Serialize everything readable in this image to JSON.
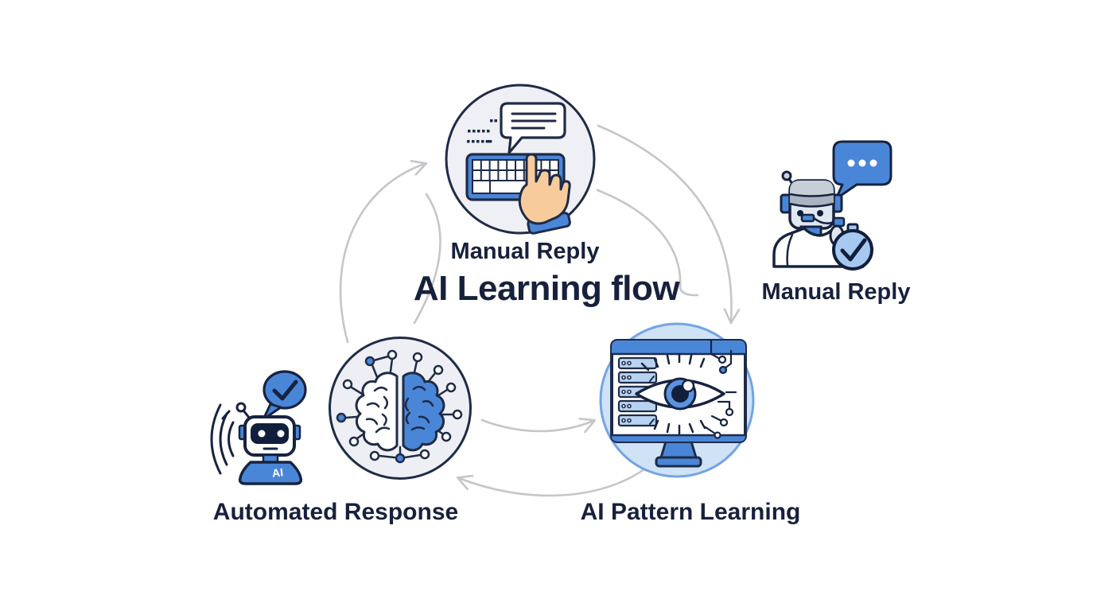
{
  "title": "AI Learning flow",
  "nodes": {
    "manual_reply": {
      "label": "Manual Reply"
    },
    "ai_pattern_learning": {
      "label": "AI Pattern Learning"
    },
    "automated_response": {
      "label": "Automated Response"
    }
  },
  "agent_illustration": {
    "label": "Manual Reply"
  },
  "robot_illustration": {
    "chest_text": "AI"
  },
  "flow_arrows": [
    {
      "from": "automated_response",
      "to": "manual_reply"
    },
    {
      "from": "manual_reply",
      "to": "ai_pattern_learning"
    },
    {
      "from": "automated_response",
      "to": "ai_pattern_learning"
    },
    {
      "from": "ai_pattern_learning",
      "to": "automated_response"
    }
  ],
  "icons": {
    "manual_reply_node": [
      "chat-bubble-icon",
      "typing-dots",
      "keyboard-icon",
      "typing-hand-icon"
    ],
    "automated_response_node": [
      "brain-circuit-icon"
    ],
    "ai_pattern_learning_node": [
      "monitor-icon",
      "server-stack-icon",
      "eye-icon",
      "circuit-traces-icon"
    ],
    "robot": [
      "robot-icon",
      "soundwave-icon",
      "check-bubble-icon"
    ],
    "agent": [
      "support-agent-icon",
      "headset-icon",
      "dots-bubble-icon",
      "check-stopwatch-icon"
    ]
  },
  "colors": {
    "accent_blue": "#4a86d8",
    "outline_navy": "#1f2b47",
    "text_navy": "#17213d",
    "node_gray_fill": "#eef0f5",
    "node_blue_fill": "#cfe2f6",
    "node_blue_border": "#73a4e3",
    "arrow_gray": "#c5c6c9",
    "skin": "#f7cb9b",
    "helmet_gray": "#b6bfca"
  }
}
